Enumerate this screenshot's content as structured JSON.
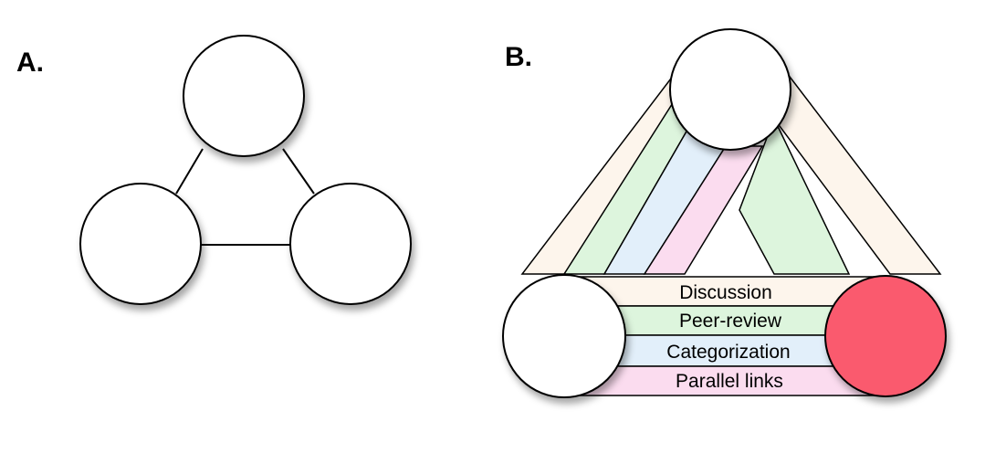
{
  "panels": {
    "a": {
      "label": "A."
    },
    "b": {
      "label": "B.",
      "layers": [
        {
          "label": "Discussion",
          "color": "#fdf5ec"
        },
        {
          "label": "Peer-review",
          "color": "#ddf5dd"
        },
        {
          "label": "Categorization",
          "color": "#e2effa"
        },
        {
          "label": "Parallel links",
          "color": "#fbdcef"
        }
      ],
      "highlight_node_color": "#fa5a6e"
    }
  }
}
